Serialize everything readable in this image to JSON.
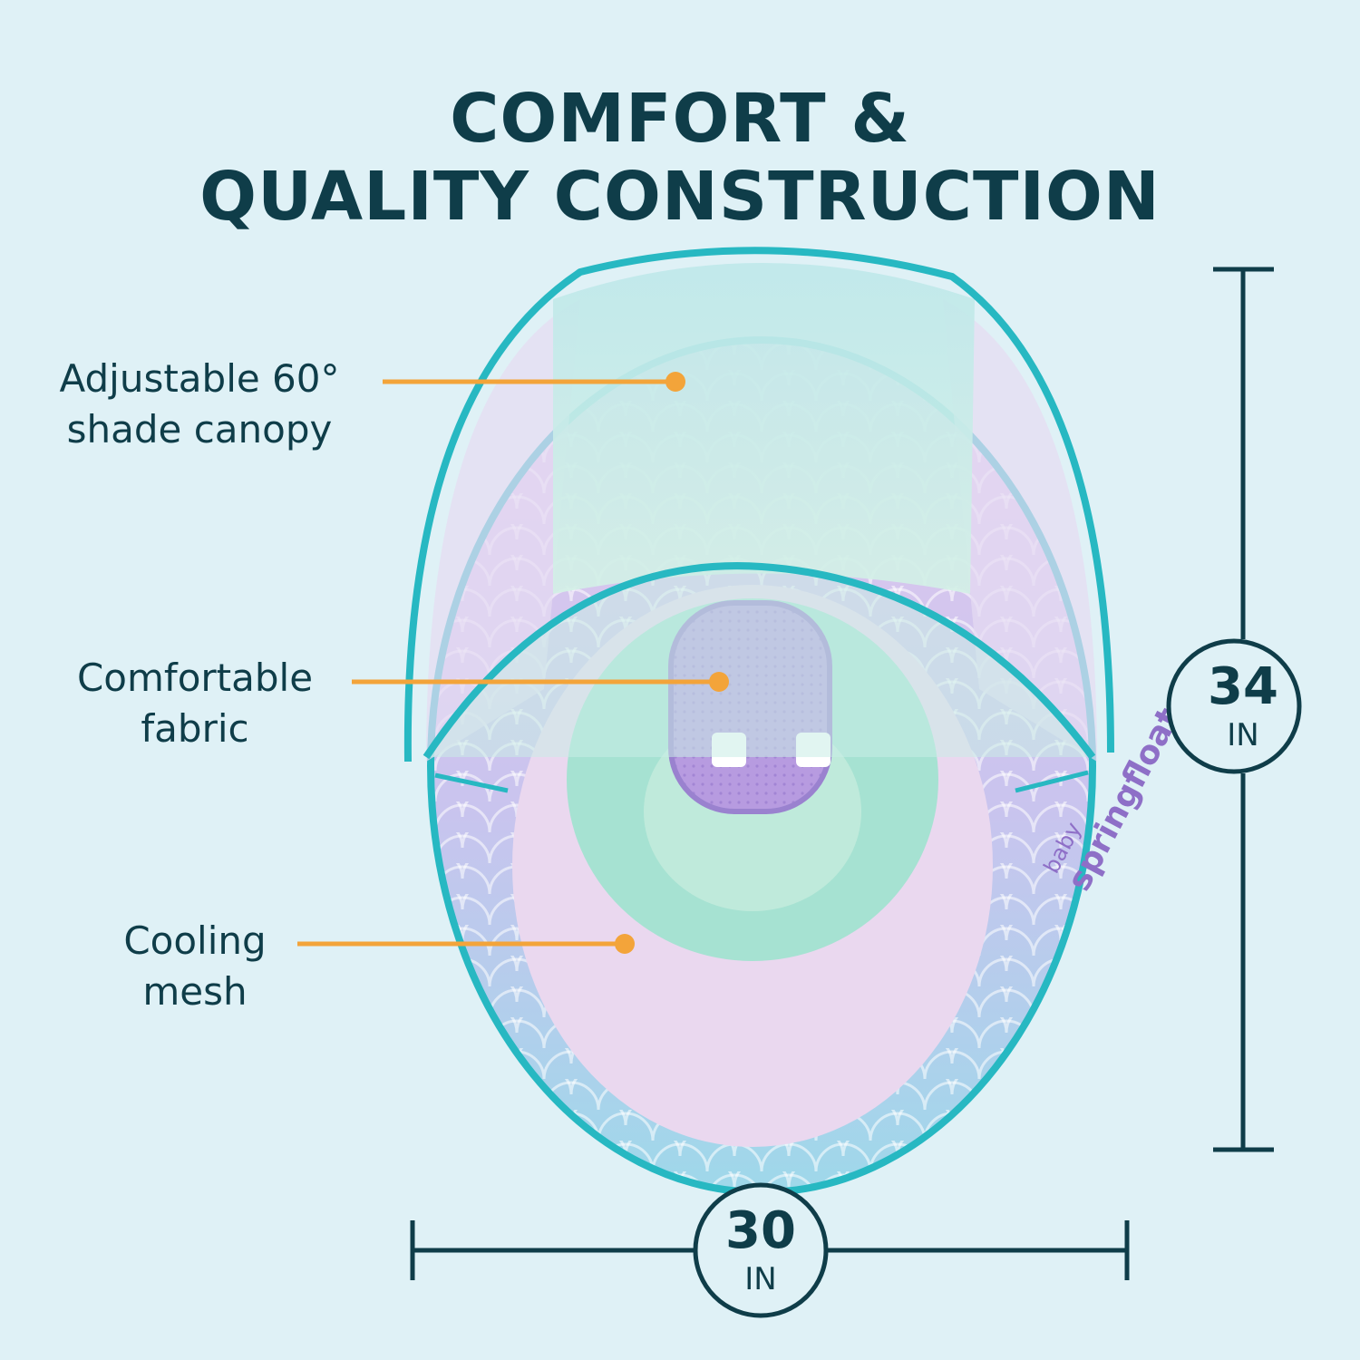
{
  "title": {
    "line1": "COMFORT &",
    "line2": "QUALITY CONSTRUCTION"
  },
  "callouts": [
    {
      "line1": "Adjustable 60°",
      "line2": "shade canopy"
    },
    {
      "line1": "Comfortable",
      "line2": "fabric"
    },
    {
      "line1": "Cooling",
      "line2": "mesh"
    }
  ],
  "dimensions": {
    "height": {
      "value": "34",
      "unit": "IN"
    },
    "width": {
      "value": "30",
      "unit": "IN"
    }
  },
  "brand": {
    "line1": "baby",
    "line2": "springfloat"
  },
  "colors": {
    "background": "#dff1f6",
    "text": "#0f3d49",
    "callout_line": "#f3a43a",
    "teal_trim": "#27b8c2",
    "canopy": "#c8ece6",
    "lavender": "#d7c2ea",
    "mint": "#9fdfcf"
  },
  "icons": {
    "pointer": "orange-dot-pointer-icon",
    "product": "baby-float-icon"
  }
}
